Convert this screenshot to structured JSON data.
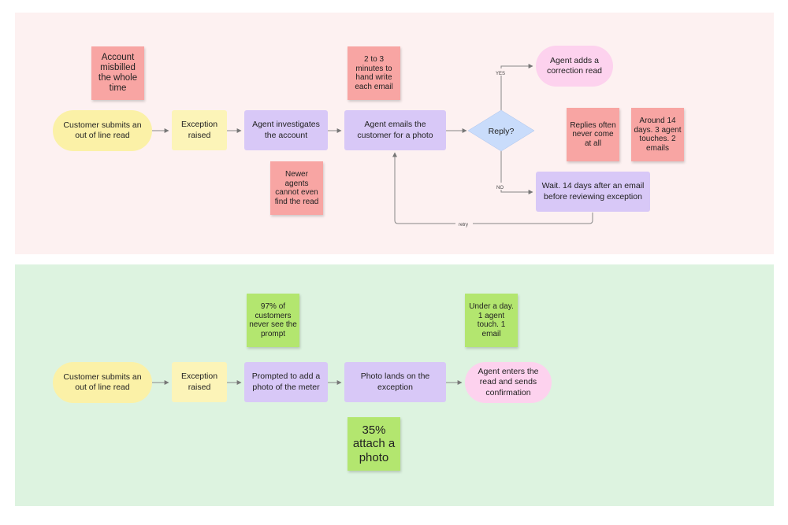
{
  "current_process": {
    "nodes": {
      "submit": "Customer submits an out of line read",
      "exception": "Exception raised",
      "investigate": "Agent investigates the account",
      "email": "Agent emails the customer for a photo",
      "reply": "Reply?",
      "correction": "Agent adds a correction read",
      "wait": "Wait. 14 days after an email before reviewing exception"
    },
    "edge_labels": {
      "yes": "YES",
      "no": "NO",
      "retry": "retry"
    },
    "stickies": {
      "misbilled": "Account misbilled the whole time",
      "handwrite": "2 to 3 minutes to hand write each email",
      "newer_agents": "Newer agents cannot even find the read",
      "replies_never": "Replies often never come at all",
      "around_14": "Around 14 days. 3 agent touches. 2 emails"
    },
    "colors": {
      "panel": "#fdf1f1",
      "sticky": "#f8a5a3"
    }
  },
  "future_process": {
    "nodes": {
      "submit": "Customer submits an out of line read",
      "exception": "Exception raised",
      "prompted": "Prompted to add a photo of the meter",
      "photo_lands": "Photo lands on the exception",
      "agent_enters": "Agent enters the read and sends confirmation"
    },
    "stickies": {
      "never_see": "97% of customers never see the prompt",
      "under_day": "Under a day. 1 agent touch. 1 email",
      "attach": "35% attach a photo"
    },
    "colors": {
      "panel": "#ddf3e0",
      "sticky": "#b3e66f"
    }
  }
}
